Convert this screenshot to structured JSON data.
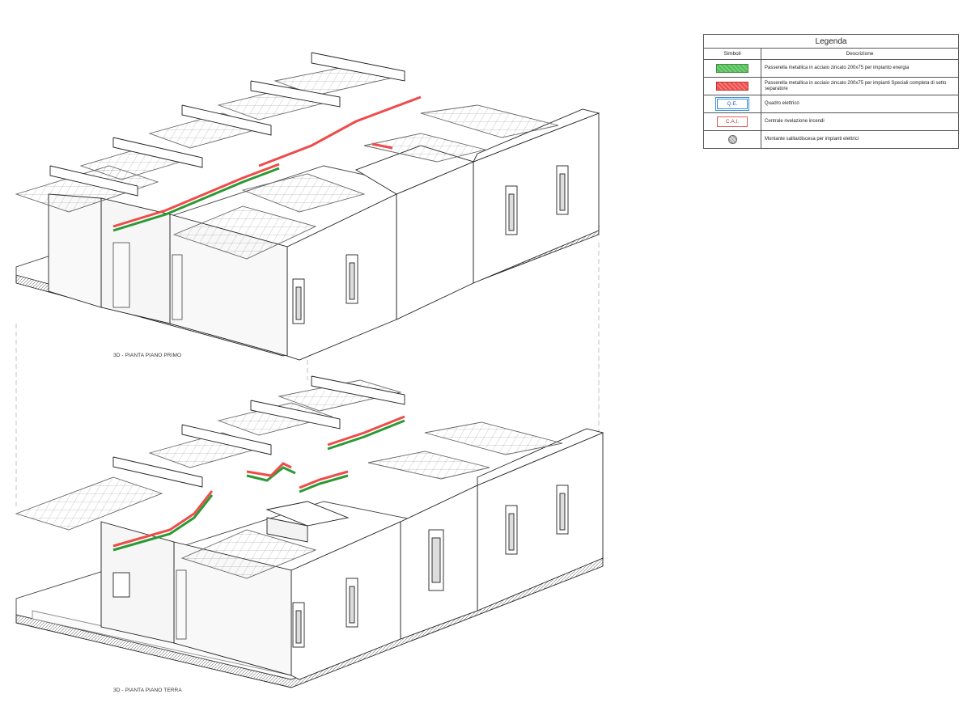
{
  "captions": {
    "upper": "3D - PIANTA PIANO PRIMO",
    "lower": "3D - PIANTA PIANO TERRA"
  },
  "legend": {
    "title": "Legenda",
    "col_symbols": "Simboli",
    "col_description": "Descrizione",
    "rows": [
      {
        "symbol": "green-tray",
        "label": "",
        "description": "Passerella metallica in acciaio zincato 200x75 per impianto energia"
      },
      {
        "symbol": "red-tray",
        "label": "",
        "description": "Passerella metallica in acciaio zincato 200x75 per impianti Speciali completa di setto separatore"
      },
      {
        "symbol": "qe-box",
        "label": "Q.E.",
        "description": "Quadro elettrico"
      },
      {
        "symbol": "cai-box",
        "label": "C.A.I.",
        "description": "Centrale rivelazione incendi"
      },
      {
        "symbol": "riser-icon",
        "label": "",
        "description": "Montante salita/discesa per impianti elettrici"
      }
    ]
  },
  "colors": {
    "energy_tray": "#55c05a",
    "special_tray": "#ef5350",
    "qe": "#3a8fd8",
    "cai": "#e06060"
  }
}
